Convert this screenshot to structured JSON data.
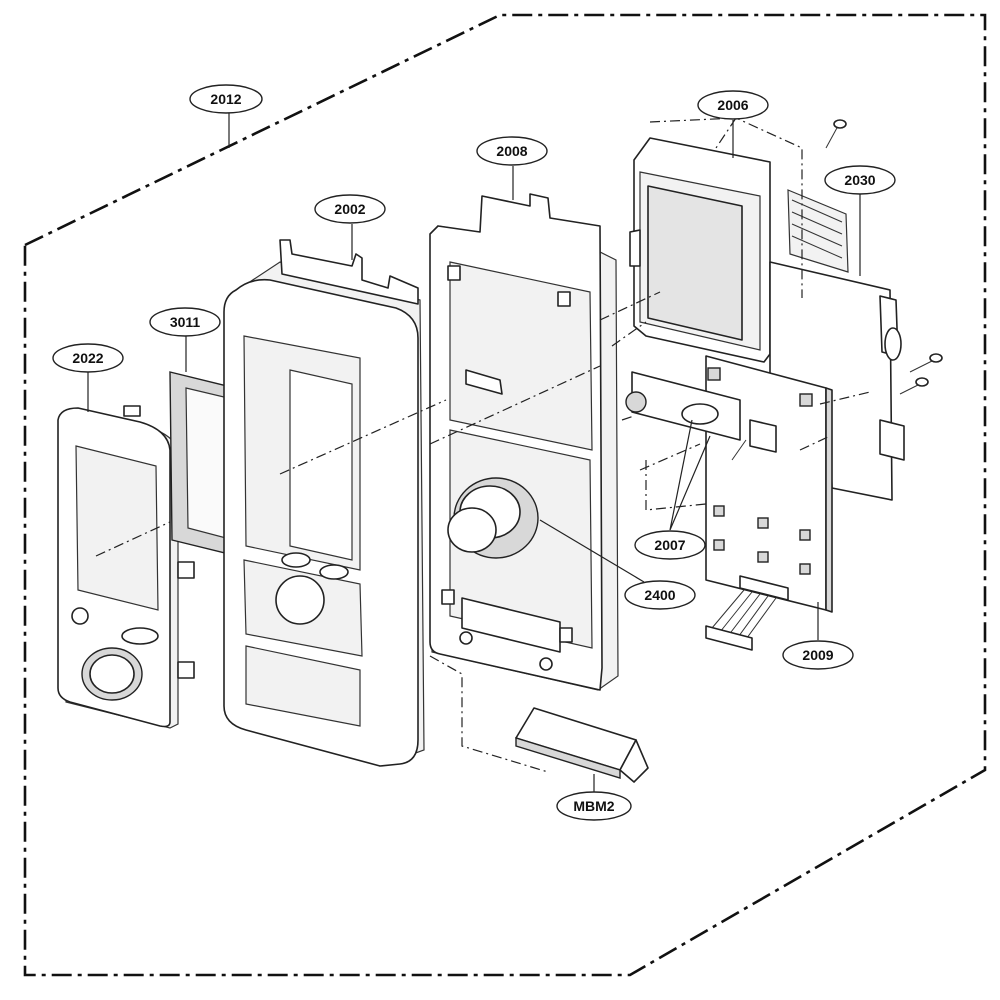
{
  "callouts": [
    {
      "id": "2012",
      "label": "2012"
    },
    {
      "id": "2002",
      "label": "2002"
    },
    {
      "id": "2008",
      "label": "2008"
    },
    {
      "id": "2006",
      "label": "2006"
    },
    {
      "id": "2030",
      "label": "2030"
    },
    {
      "id": "3011",
      "label": "3011"
    },
    {
      "id": "2022",
      "label": "2022"
    },
    {
      "id": "2007",
      "label": "2007"
    },
    {
      "id": "2400",
      "label": "2400"
    },
    {
      "id": "2009",
      "label": "2009"
    },
    {
      "id": "MBM2",
      "label": "MBM2"
    }
  ]
}
